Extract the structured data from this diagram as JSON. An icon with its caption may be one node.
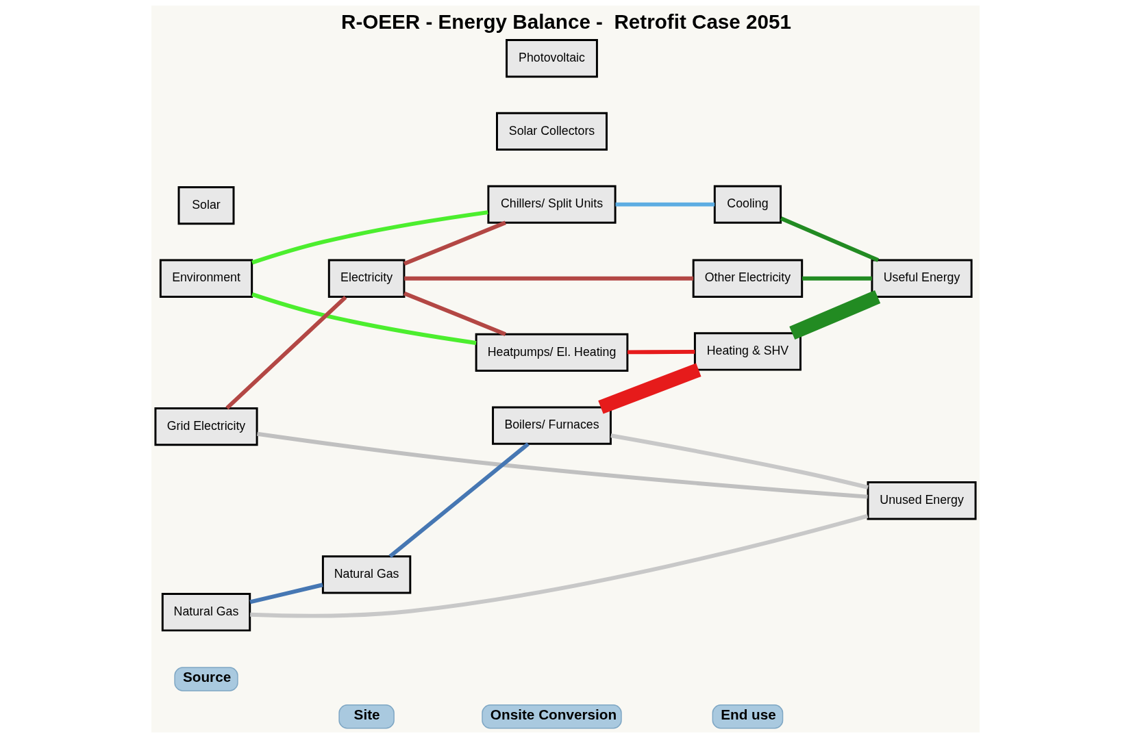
{
  "diagram": {
    "title": "R-OEER - Energy Balance -  Retrofit Case 2051",
    "nodes": [
      {
        "text": [
          "Source"
        ]
      },
      {
        "text": [
          "Site"
        ]
      },
      {
        "text": [
          "Onsite Conversion"
        ]
      },
      {
        "text": [
          "End use"
        ]
      },
      {
        "text": [
          "Environment"
        ]
      },
      {
        "text": [
          "Solar"
        ]
      },
      {
        "text": [
          "Natural Gas"
        ]
      },
      {
        "text": [
          "Grid Electricity"
        ]
      },
      {
        "text": [
          "Natural Gas"
        ]
      },
      {
        "text": [
          "Boilers/ Furnaces"
        ]
      },
      {
        "text": [
          "Solar Collectors"
        ]
      },
      {
        "text": [
          "Photovoltaic"
        ]
      },
      {
        "text": [
          "Electricity"
        ]
      },
      {
        "text": [
          "Heatpumps/ El. Heating"
        ]
      },
      {
        "text": [
          "Chillers/ Split Units"
        ]
      },
      {
        "text": [
          "Other Electricity"
        ]
      },
      {
        "text": [
          "Heating & SHV"
        ]
      },
      {
        "text": [
          "Cooling"
        ]
      },
      {
        "text": [
          "Useful Energy"
        ]
      },
      {
        "text": [
          "Unused Energy"
        ]
      }
    ],
    "edges": [
      {
        "from": 6,
        "to": 8,
        "arrow": "none",
        "color": "#4677b3"
      },
      {
        "from": 8,
        "to": 9,
        "arrow": "none",
        "color": "#4677b3"
      },
      {
        "from": 6,
        "to": 19,
        "arrow": "none",
        "color": "#c8c8c8"
      },
      {
        "from": 4,
        "to": 13,
        "arrow": "none",
        "color": "#4cee2e"
      },
      {
        "from": 4,
        "to": 14,
        "arrow": "none",
        "color": "#4cee2e"
      },
      {
        "from": 7,
        "to": 12,
        "arrow": "none",
        "color": "#b34744"
      },
      {
        "from": 7,
        "to": 19,
        "arrow": "none",
        "color": "#c0c0c0"
      },
      {
        "from": 9,
        "to": 16,
        "arrow": "none",
        "style": "thick",
        "color": "#e61b1b"
      },
      {
        "from": 9,
        "to": 19,
        "arrow": "none",
        "color": "#c8c8c8"
      },
      {
        "from": 12,
        "to": 15,
        "arrow": "none",
        "color": "#b34744"
      },
      {
        "from": 12,
        "to": 13,
        "arrow": "none",
        "color": "#b34744"
      },
      {
        "from": 12,
        "to": 14,
        "arrow": "none",
        "color": "#b34744"
      },
      {
        "from": 13,
        "to": 16,
        "arrow": "none",
        "color": "#e61b1b"
      },
      {
        "from": 14,
        "to": 17,
        "arrow": "none",
        "color": "#5dade2"
      },
      {
        "from": 15,
        "to": 18,
        "arrow": "none",
        "color": "#228b22"
      },
      {
        "from": 16,
        "to": 18,
        "arrow": "none",
        "style": "thick",
        "color": "#228b22"
      },
      {
        "from": 17,
        "to": 18,
        "arrow": "none",
        "color": "#228b22"
      }
    ]
  }
}
